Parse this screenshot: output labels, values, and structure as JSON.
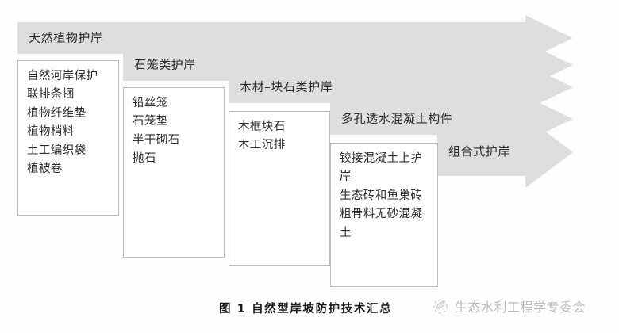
{
  "figure": {
    "caption": "图 1  自然型岸坡防护技术汇总",
    "band_color": "#dedede",
    "box_border_color": "#b9b9b9",
    "background_color": "#fefefe",
    "text_color": "#2b2b2b"
  },
  "columns": [
    {
      "header": "天然植物护岸",
      "items": [
        "自然河岸保护",
        "联排条捆",
        "植物纤维垫",
        "植物梢料",
        "土工编织袋",
        "植被卷"
      ]
    },
    {
      "header": "石笼类护岸",
      "items": [
        "铅丝笼",
        "石笼垫",
        "半干砌石",
        "抛石"
      ]
    },
    {
      "header": "木材–块石类护岸",
      "items": [
        "木框块石",
        "木工沉排"
      ]
    },
    {
      "header": "多孔透水混凝土构件",
      "items": [
        "铰接混凝土上护岸",
        "生态砖和鱼巢砖",
        "粗骨料无砂混凝土"
      ]
    },
    {
      "header": "组合式护岸",
      "items": []
    }
  ],
  "watermark": {
    "text": "生态水利工程学专委会",
    "logo_icon": "leaf-circle-icon"
  }
}
